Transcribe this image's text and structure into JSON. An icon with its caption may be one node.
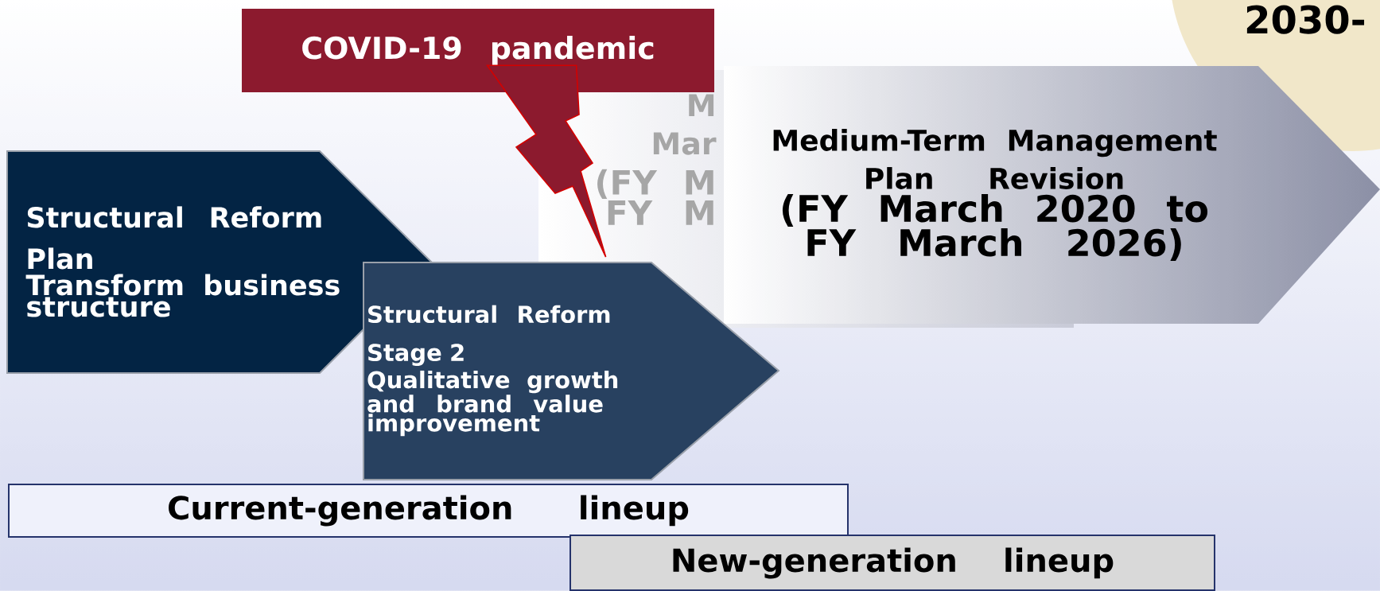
{
  "diagram": {
    "nodes": [
      {
        "text": [
          "COVID-19 pandemic"
        ]
      },
      {
        "text": [
          "Structural Reform Plan",
          "Transform business structure"
        ]
      },
      {
        "text": [
          "M Mar",
          "(FY M FY M"
        ]
      },
      {
        "text": [
          "Medium-Term Management Plan Revision",
          "(FY March 2020 to FY March 2026)"
        ]
      },
      {
        "text": [
          "Structural Reform Stage 2",
          "Qualitative growth and brand value improvement"
        ]
      },
      {
        "text": [
          "Current-generation lineup"
        ]
      },
      {
        "text": [
          "New-generation lineup"
        ]
      },
      {
        "text": [
          "2030-"
        ]
      }
    ],
    "edges": [
      {
        "from": 0,
        "to": 4,
        "arrow": "to"
      }
    ]
  }
}
